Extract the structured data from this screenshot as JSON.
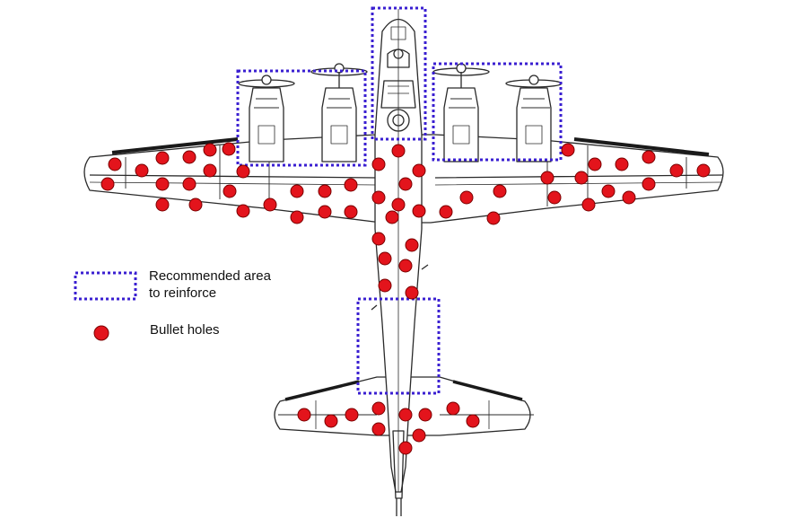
{
  "legend": {
    "reinforce_line1": "Recommended area",
    "reinforce_line2": "to reinforce",
    "holes_label": "Bullet holes"
  },
  "colors": {
    "outline": "#2a2a2a",
    "reinforce_box": "#3a1fd1",
    "bullet_fill": "#e3141c",
    "bullet_stroke": "#7a0000"
  },
  "icons": {
    "engine": "engine-icon",
    "bullet": "bullet-hole-icon"
  }
}
